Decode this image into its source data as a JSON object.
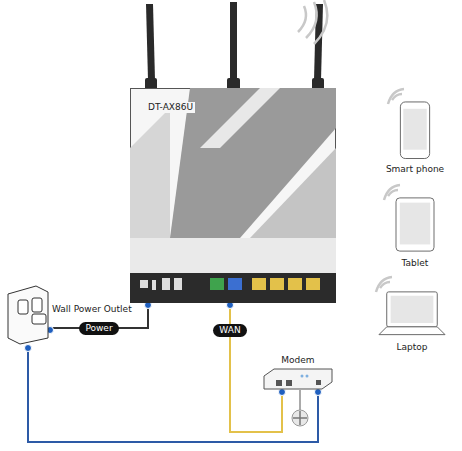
{
  "diagram": {
    "nodes": [
      {
        "text": [
          "DT-AX86U"
        ]
      },
      {
        "text": [
          "Wall Power Outlet"
        ]
      },
      {
        "text": [
          "Modem"
        ]
      },
      {
        "text": [
          "Smart phone"
        ]
      },
      {
        "text": [
          "Tablet"
        ]
      },
      {
        "text": [
          "Laptop"
        ]
      }
    ],
    "edges": [
      {
        "from": 0,
        "to": 1,
        "arrow": "none",
        "label": "Power"
      },
      {
        "from": 0,
        "to": 2,
        "arrow": "none",
        "label": "WAN"
      },
      {
        "from": 2,
        "to": 1,
        "arrow": "none"
      }
    ]
  }
}
